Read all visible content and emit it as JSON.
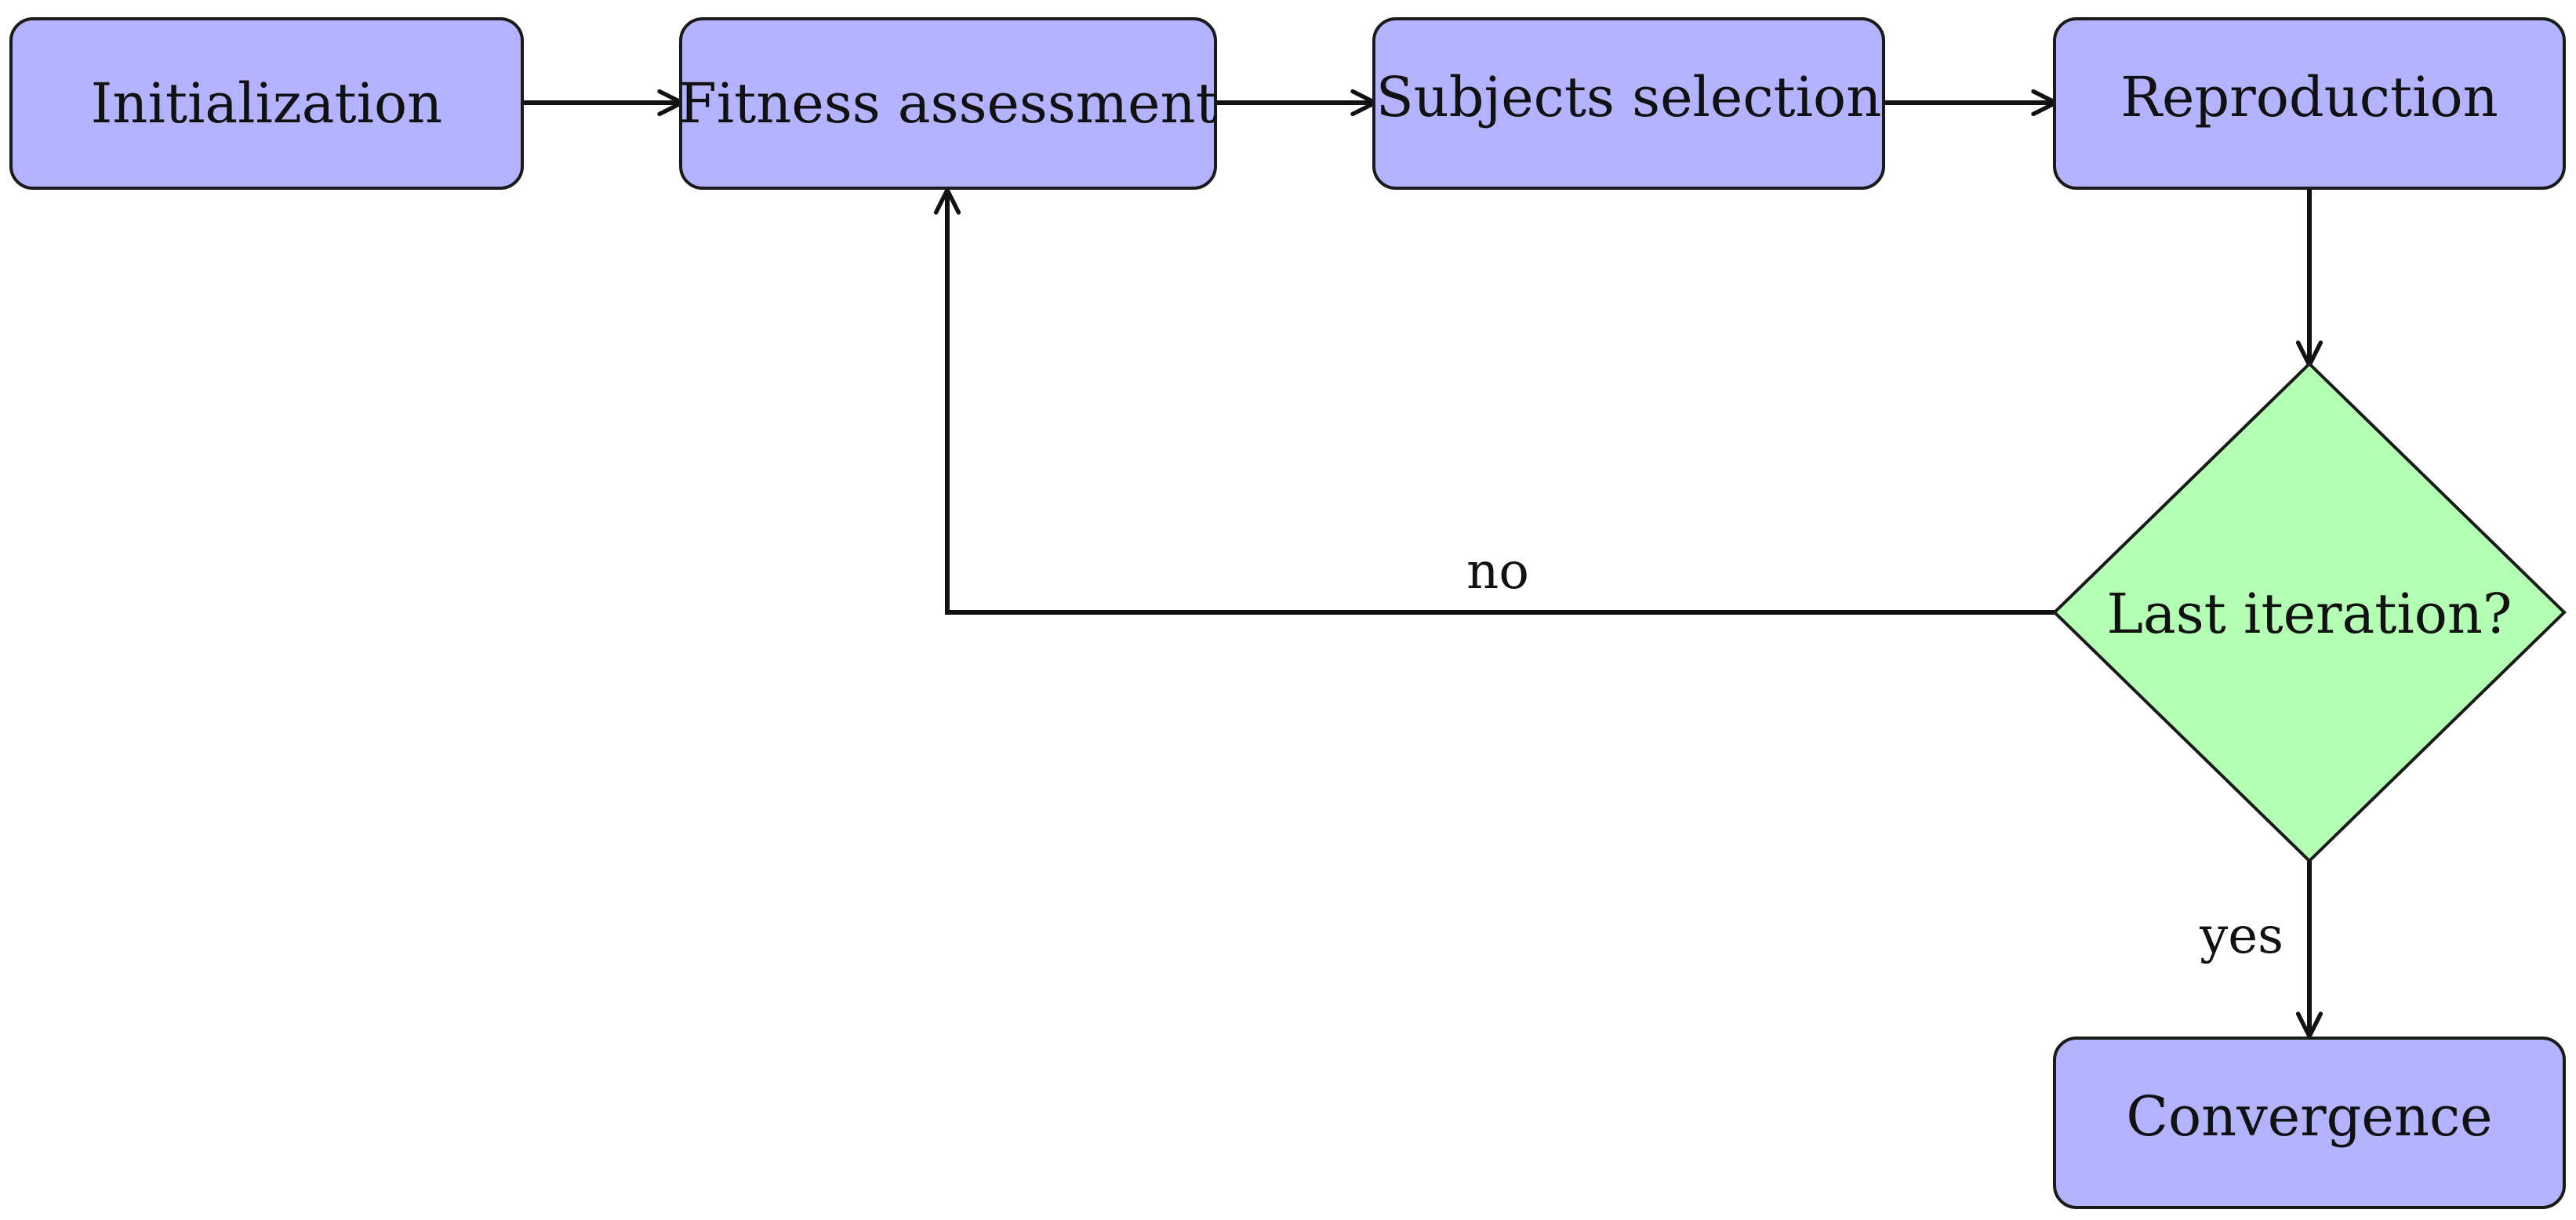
{
  "colors": {
    "process_fill": "#b3b3ff",
    "decision_fill": "#b3ffb3",
    "stroke": "#1a1a1a",
    "text": "#111111"
  },
  "nodes": {
    "initialization": {
      "label": "Initialization",
      "shape": "rounded-rectangle"
    },
    "fitness": {
      "label": "Fitness assessment",
      "shape": "rounded-rectangle"
    },
    "selection": {
      "label": "Subjects selection",
      "shape": "rounded-rectangle"
    },
    "reproduction": {
      "label": "Reproduction",
      "shape": "rounded-rectangle"
    },
    "decision": {
      "label": "Last iteration?",
      "shape": "diamond"
    },
    "convergence": {
      "label": "Convergence",
      "shape": "rounded-rectangle"
    }
  },
  "edges": {
    "init_to_fitness": {
      "from": "initialization",
      "to": "fitness",
      "label": ""
    },
    "fitness_to_selection": {
      "from": "fitness",
      "to": "selection",
      "label": ""
    },
    "selection_to_reproduction": {
      "from": "selection",
      "to": "reproduction",
      "label": ""
    },
    "reproduction_to_decision": {
      "from": "reproduction",
      "to": "decision",
      "label": ""
    },
    "decision_to_fitness": {
      "from": "decision",
      "to": "fitness",
      "label": "no"
    },
    "decision_to_convergence": {
      "from": "decision",
      "to": "convergence",
      "label": "yes"
    }
  }
}
